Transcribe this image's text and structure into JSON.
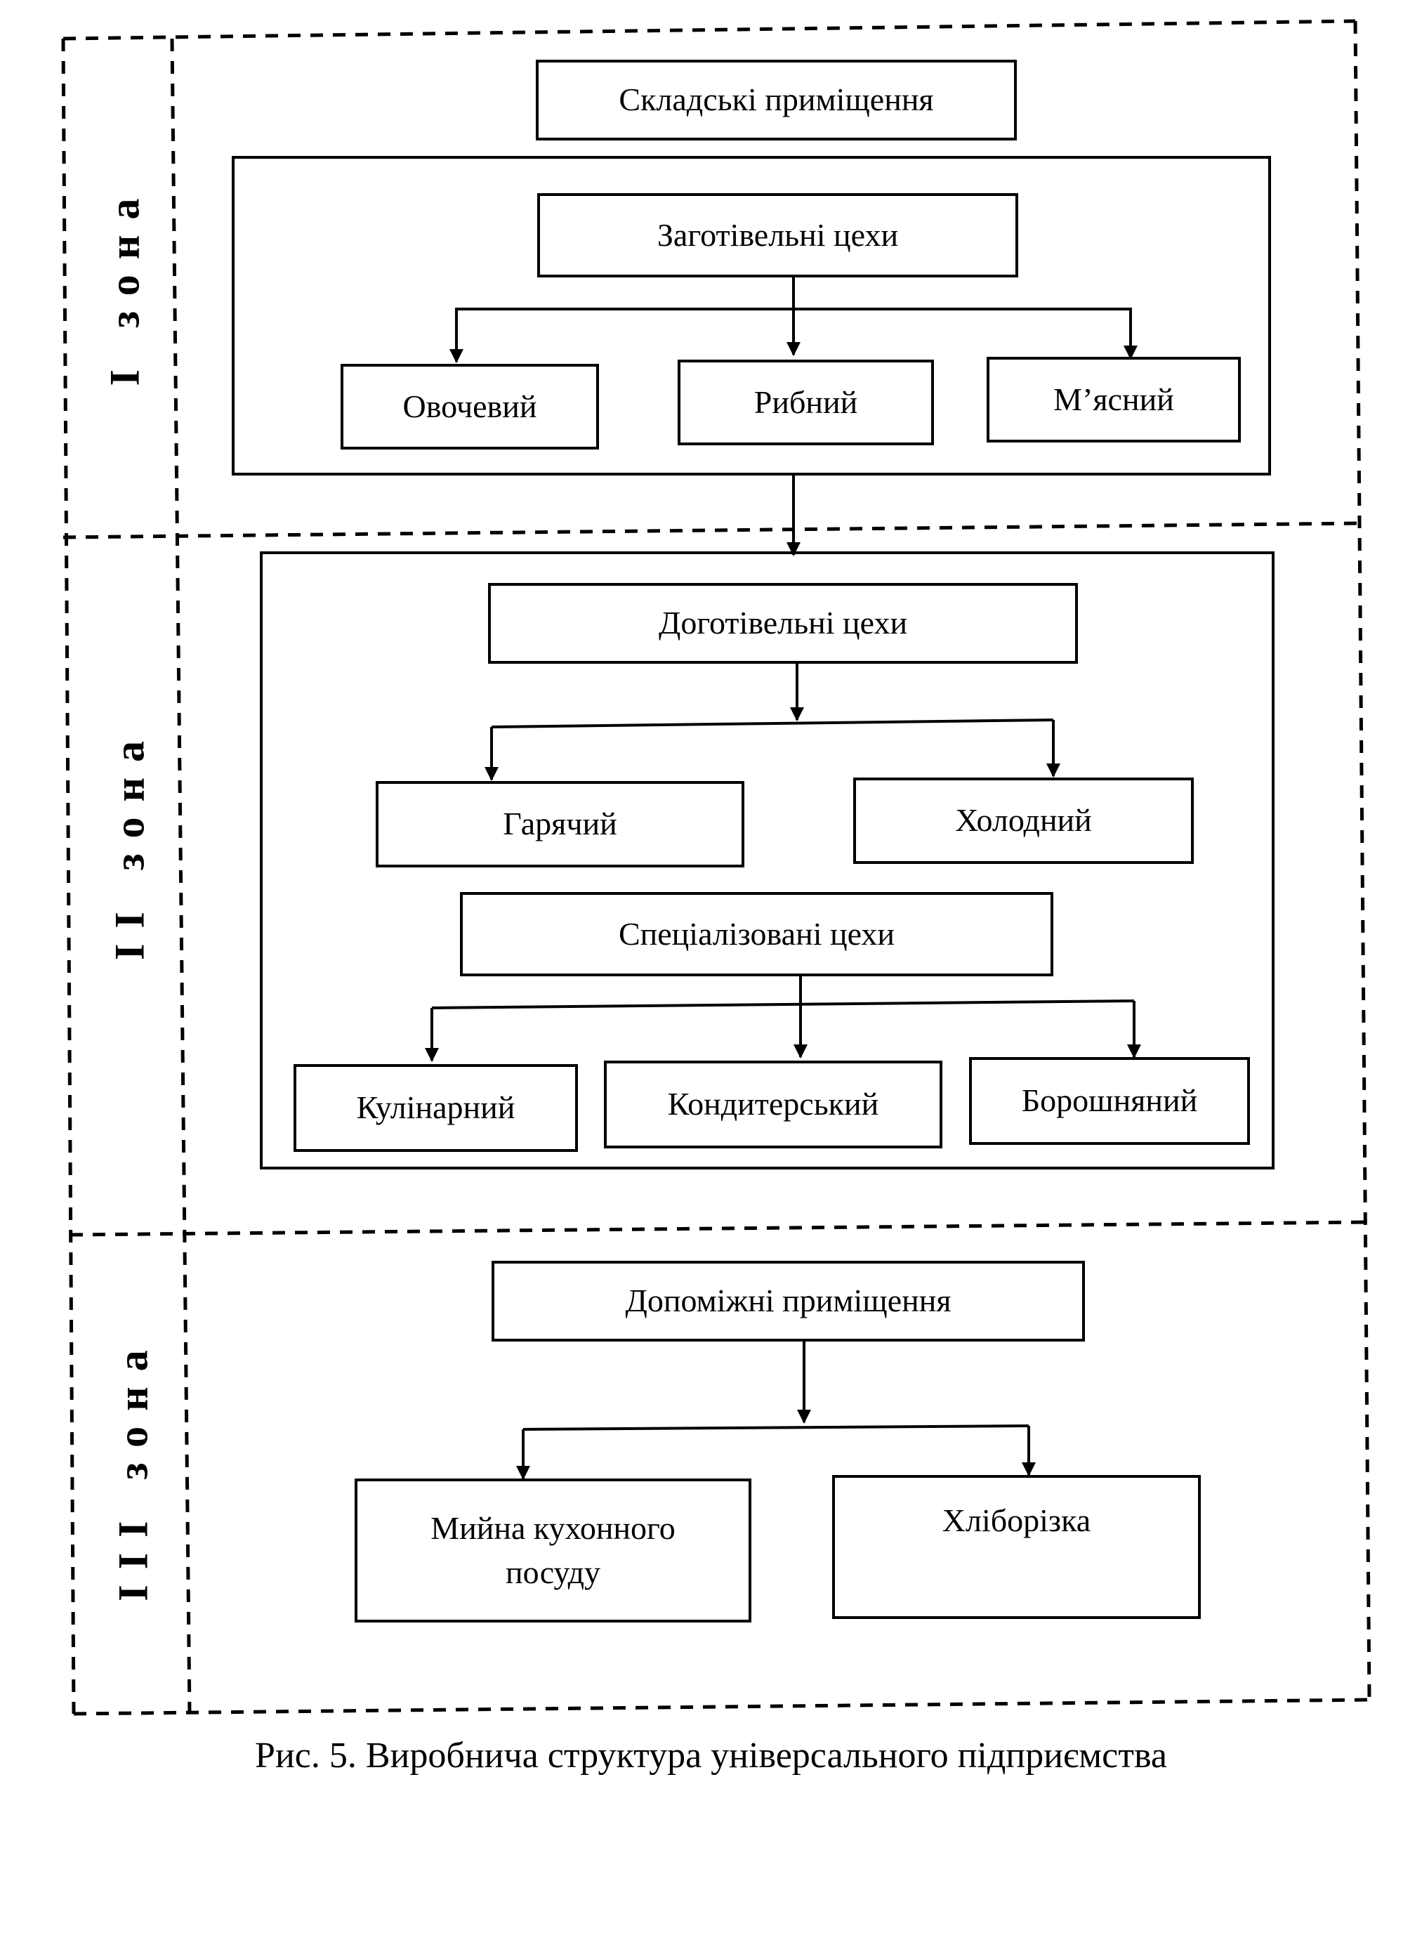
{
  "zones": [
    {
      "label": "І зона"
    },
    {
      "label": "ІІ зона"
    },
    {
      "label": "ІІІ зона"
    }
  ],
  "zone1": {
    "storage": "Складські приміщення",
    "procurement": "Заготівельні цехи",
    "children": [
      "Овочевий",
      "Рибний",
      "М’ясний"
    ]
  },
  "zone2": {
    "finishing": "Доготівельні цехи",
    "finishing_children": [
      "Гарячий",
      "Холодний"
    ],
    "specialized": "Спеціалізовані цехи",
    "specialized_children": [
      "Кулінарний",
      "Кондитерський",
      "Борошняний"
    ]
  },
  "zone3": {
    "auxiliary": "Допоміжні приміщення",
    "children": [
      "Мийна кухонного посуду",
      "Хліборізка"
    ]
  },
  "caption": "Рис. 5. Виробнича структура універсального підприємства"
}
